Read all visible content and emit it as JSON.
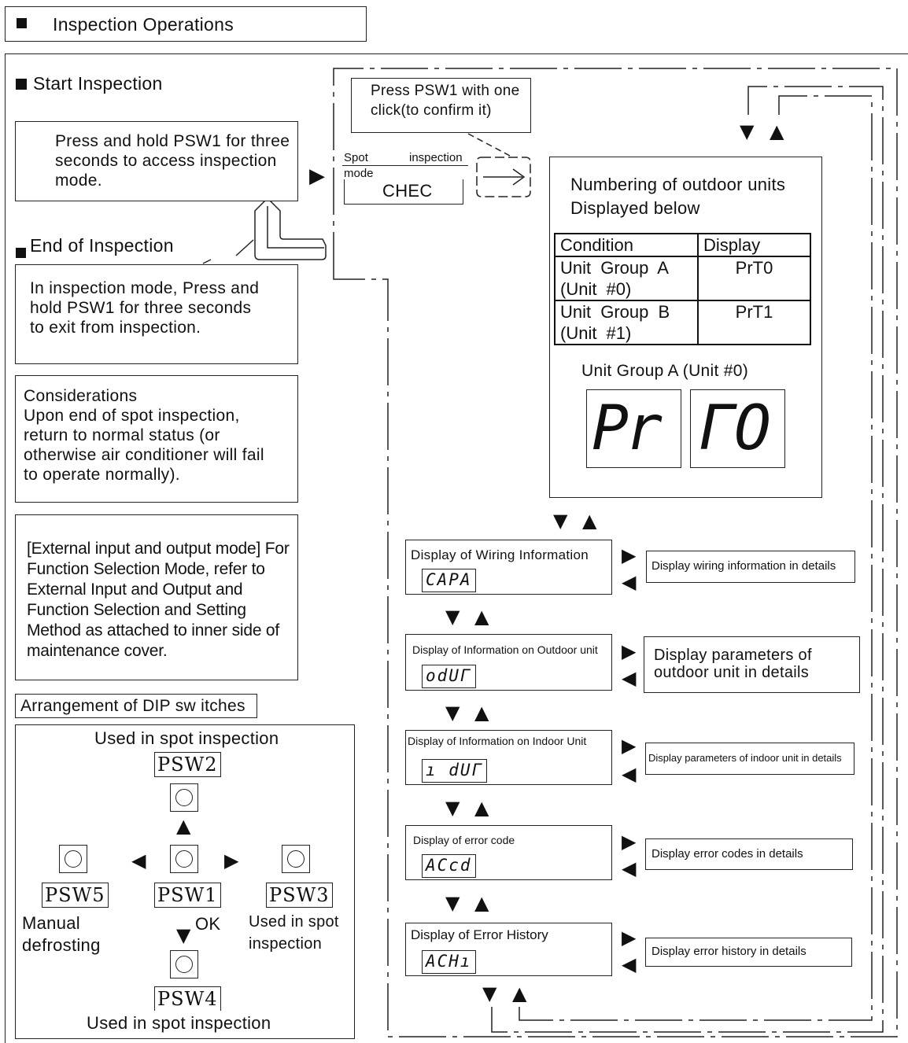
{
  "header": {
    "title": "Inspection Operations"
  },
  "start": {
    "heading": "Start  Inspection",
    "text": "Press and hold PSW1 for three seconds to access inspection mode."
  },
  "end": {
    "heading": "End of Inspection",
    "text": "In inspection mode, Press and hold PSW1 for three seconds to exit from  inspection."
  },
  "considerations": {
    "text": "Considerations\nUpon end of spot inspection, return to normal status (or otherwise air conditioner will fail to operate normally)."
  },
  "external": {
    "text": "[External input and output mode] For Function Selection Mode, refer to External Input and Output and Function Selection and Setting Method as attached to inner side of maintenance cover."
  },
  "dip": {
    "title": "Arrangement of DIP sw itches",
    "top_caption": "Used in spot inspection",
    "bottom_caption": "Used in spot inspection",
    "psw1": "PSW1",
    "psw2": "PSW2",
    "psw3": "PSW3",
    "psw4": "PSW4",
    "psw5": "PSW5",
    "psw5_caption": "Manual defrosting",
    "psw3_caption": "Used in spot inspection",
    "ok_label": "OK"
  },
  "spot": {
    "confirm_text": "Press PSW1 with one click(to confirm it)",
    "mode_label_1": "Spot",
    "mode_label_2": "inspection",
    "mode_label_3": "mode",
    "display": "CHEC"
  },
  "numbering": {
    "title": "Numbering of outdoor units  Displayed below",
    "table_headers": [
      "Condition",
      "Display"
    ],
    "rows": [
      {
        "condition": "Unit  Group  A (Unit #0)",
        "display": "PrT0"
      },
      {
        "condition": "Unit  Group  B (Unit #1)",
        "display": "PrT1"
      }
    ],
    "example_caption": "Unit Group A (Unit #0)",
    "digits_left": "Pr",
    "digits_right": "ΓO"
  },
  "menu": [
    {
      "title": "Display of Wiring Information",
      "code": "CAPA",
      "detail": "Display wiring information  in details"
    },
    {
      "title": "Display of Information  on Outdoor  unit",
      "code": "odUΓ",
      "detail": "Display parameters of outdoor unit in details"
    },
    {
      "title": "Display of Information  on Indoor Unit",
      "code": "ı dUΓ",
      "detail": "Display parameters of indoor unit in details"
    },
    {
      "title": "Display of error  code",
      "code": "ACcd",
      "detail": "Display error  codes in details"
    },
    {
      "title": "Display of Error History",
      "code": "ACHı",
      "detail": "Display error  history in details"
    }
  ],
  "colors": {
    "line": "#222222",
    "background": "#ffffff"
  }
}
